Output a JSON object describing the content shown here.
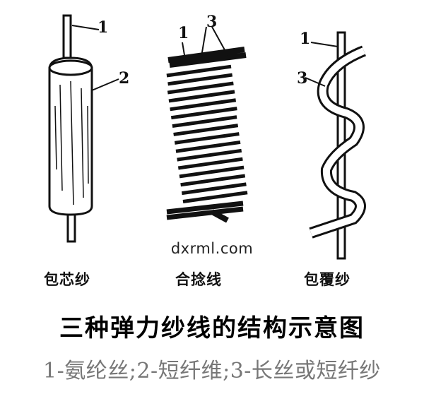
{
  "labels": {
    "fig1_num1": "1",
    "fig1_num2": "2",
    "fig2_num1": "1",
    "fig2_num3": "3",
    "fig3_num1": "1",
    "fig3_num3": "3"
  },
  "captions": {
    "core_spun": "包芯纱",
    "plied": "合捻线",
    "wrapped": "包覆纱"
  },
  "watermark": "dxrml.com",
  "title": "三种弹力纱线的结构示意图",
  "legend": "1-氨纶丝;2-短纤维;3-长丝或短纤纱"
}
